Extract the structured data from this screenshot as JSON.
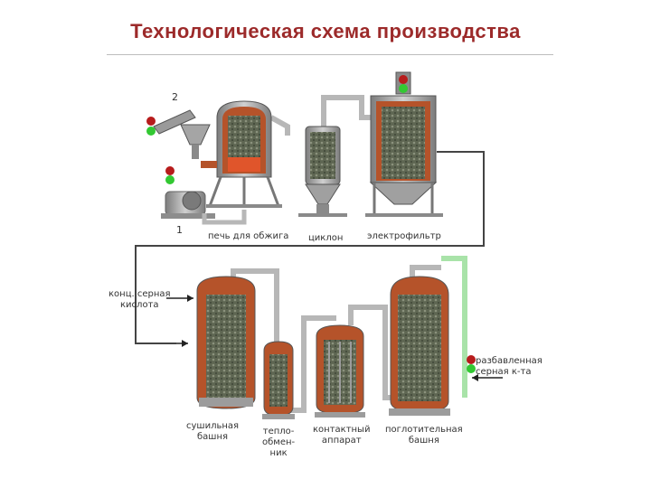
{
  "title": "Технологическая схема производства",
  "labels": {
    "num1": "1",
    "num2": "2",
    "furnace": "печь для обжига",
    "cyclone": "циклон",
    "electrofilter": "электрофильтр",
    "conc_acid": "конц. серная\nкислота",
    "diluted_acid": "разбавленная\nсерная к-та",
    "drying_tower": "сушильная\nбашня",
    "heat_exchanger": "тепло-\nобмен-\nник",
    "contact_apparatus": "контактный\nаппарат",
    "absorption_tower": "поглотительная\nбашня"
  },
  "colors": {
    "pipe": "#b7b7b7",
    "vessel_shell": "#9c9c9c",
    "lining": "#b5532a",
    "packing": "#5e6652",
    "fire": "#e0552b",
    "signal_red": "#b71c1c",
    "signal_green": "#32c832",
    "title": "#9c2a2a",
    "green_pipe": "#a9e3a9"
  }
}
